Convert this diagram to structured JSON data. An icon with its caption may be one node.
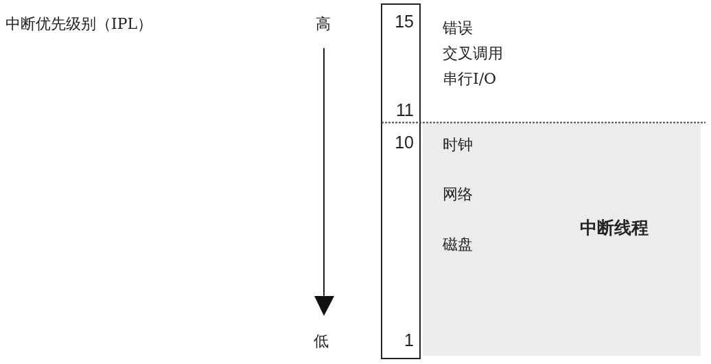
{
  "diagram": {
    "nodes": [
      {
        "text": [
          "15",
          "11",
          "10",
          "1"
        ]
      },
      {
        "text": [
          "时钟",
          "网络",
          "磁盘",
          "中断线程"
        ]
      }
    ],
    "labels": [
      "中断优先级别（IPL）",
      "高",
      "错误",
      "交叉调用",
      "串行I/O",
      "低"
    ]
  }
}
